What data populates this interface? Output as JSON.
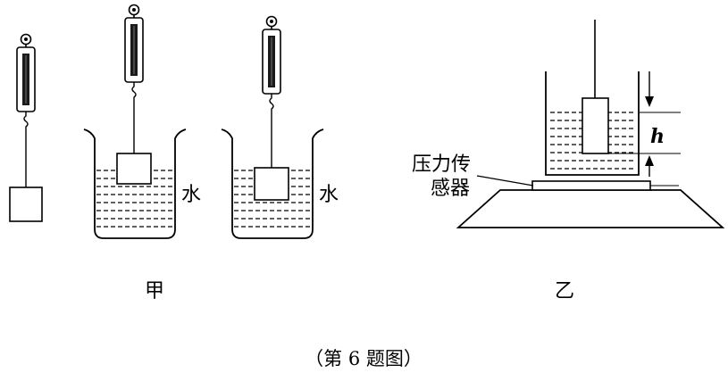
{
  "labels": {
    "water": "水",
    "h": "h",
    "sensor_line1": "压力传",
    "sensor_line2": "感器",
    "jia": "甲",
    "yi": "乙",
    "caption": "（第 6 题图）"
  },
  "colors": {
    "ink": "#000000",
    "paper": "#ffffff"
  }
}
